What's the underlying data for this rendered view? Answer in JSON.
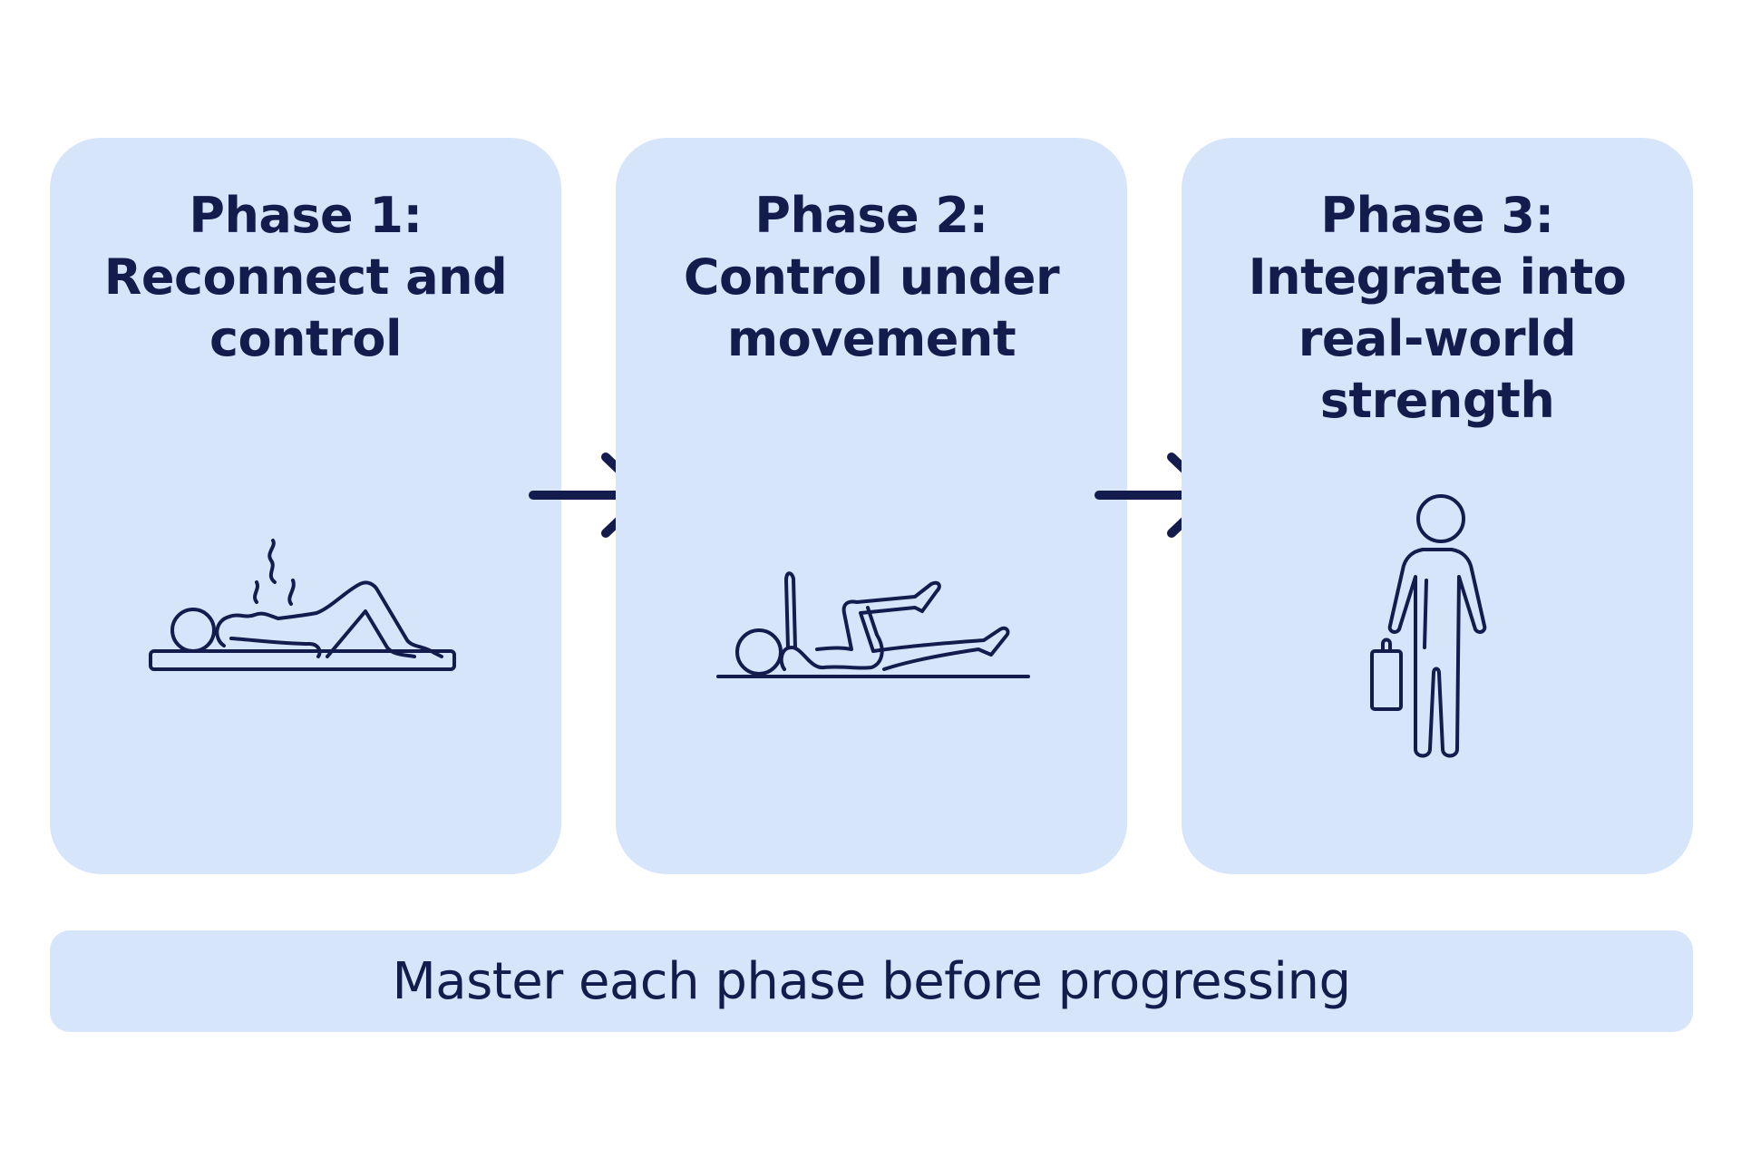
{
  "phases": [
    {
      "title_lines": [
        "Phase 1:",
        "Reconnect and",
        "control"
      ],
      "icon": "lying-on-mat-breathing-icon"
    },
    {
      "title_lines": [
        "Phase 2:",
        "Control under",
        "movement"
      ],
      "icon": "supine-leg-movement-icon"
    },
    {
      "title_lines": [
        "Phase 3:",
        "Integrate into",
        "real-world",
        "strength"
      ],
      "icon": "standing-person-carrying-bag-icon"
    }
  ],
  "arrows": [
    "arrow-right-icon",
    "arrow-right-icon"
  ],
  "footer": {
    "text": "Master each phase before progressing"
  },
  "colors": {
    "card_background": "#d7e5fb",
    "ink": "#141b4d",
    "page_background": "#ffffff"
  }
}
